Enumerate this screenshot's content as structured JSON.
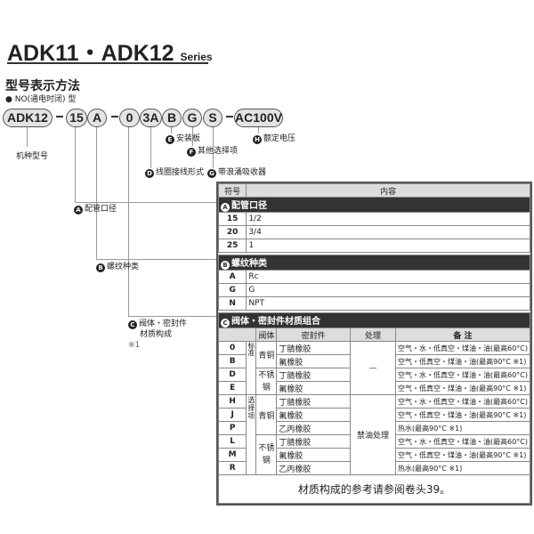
{
  "title": {
    "main": "ADK11・ADK12",
    "series": "Series"
  },
  "section": "型号表示方法",
  "note": "● NO(通电时闭) 型",
  "model": [
    "ADK12",
    "15",
    "A",
    "0",
    "3A",
    "B",
    "G",
    "S",
    "AC100V"
  ],
  "callouts": {
    "machine": "机种型号",
    "A": {
      "badge": "A",
      "label": "配管口径"
    },
    "B": {
      "badge": "B",
      "label": "螺纹种类"
    },
    "C": {
      "badge": "C",
      "label1": "阀体・密封件",
      "label2": "材质构成",
      "note": "※1"
    },
    "D": {
      "badge": "D",
      "label": "线圈接线形式"
    },
    "E": {
      "badge": "E",
      "label": "安装板"
    },
    "F": {
      "badge": "F",
      "label": "其他选择项"
    },
    "G": {
      "badge": "G",
      "label": "带浪涌吸收器"
    },
    "H": {
      "badge": "H",
      "label": "额定电压"
    }
  },
  "table": {
    "header": [
      "符号",
      "内容"
    ],
    "A": {
      "title": "配管口径",
      "rows": [
        [
          "15",
          "1/2"
        ],
        [
          "20",
          "3/4"
        ],
        [
          "25",
          "1"
        ]
      ]
    },
    "B": {
      "title": "螺纹种类",
      "rows": [
        [
          "A",
          "Rc"
        ],
        [
          "G",
          "G"
        ],
        [
          "N",
          "NPT"
        ]
      ]
    },
    "C": {
      "title": "阀体・密封件材质组合",
      "header": [
        "阀体",
        "密封件",
        "处理",
        "备 注"
      ],
      "std": "标准",
      "opt": "选择项",
      "bronze": "青铜",
      "stainless": "不锈钢",
      "dash": "—",
      "oilfree": "禁油处理",
      "rows": [
        [
          "0",
          "丁腈橡胶",
          "空气・水・低真空・煤油・油(最高60°C)"
        ],
        [
          "B",
          "氟橡胶",
          "空气・低真空・煤油・油(最高90°C ※1)"
        ],
        [
          "D",
          "丁腈橡胶",
          "空气・水・低真空・煤油・油(最高60°C)"
        ],
        [
          "E",
          "氟橡胶",
          "空气・低真空・煤油・油(最高90°C ※1)"
        ],
        [
          "H",
          "丁腈橡胶",
          "空气・水・低真空・煤油・油(最高60°C)"
        ],
        [
          "J",
          "氟橡胶",
          "空气・低真空・煤油・油(最高90°C ※1)"
        ],
        [
          "P",
          "乙丙橡胶",
          "热水(最高90°C ※1)"
        ],
        [
          "L",
          "丁腈橡胶",
          "空气・水・低真空・煤油・油(最高60°C)"
        ],
        [
          "M",
          "氟橡胶",
          "空气・低真空・煤油・油(最高90°C ※1)"
        ],
        [
          "R",
          "乙丙橡胶",
          "热水(最高90°C ※1)"
        ]
      ]
    },
    "footer": "材质构成的参考请参阅卷头39。"
  }
}
